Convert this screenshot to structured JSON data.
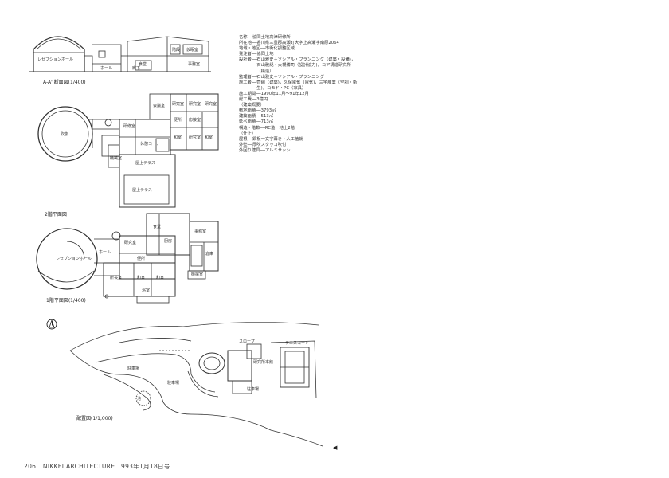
{
  "section": {
    "caption": "A-A' 断面図(1/400)",
    "labels": [
      "レセプションホール",
      "ホール",
      "廊下",
      "階段",
      "仮眠室",
      "食堂",
      "事務室"
    ]
  },
  "floor2": {
    "caption": "2階平面図",
    "labels": [
      "吹抜",
      "研修室",
      "休憩コーナー",
      "屋上テラス",
      "屋上テラス",
      "会議室",
      "研究室",
      "研究室",
      "研究室",
      "便所",
      "応接室",
      "和室",
      "研究室",
      "和室",
      "機械室"
    ]
  },
  "floor1": {
    "caption": "1階平面図(1/400)",
    "labels": [
      "レセプションホール",
      "ホール",
      "食堂",
      "厨房",
      "事務室",
      "倉庫",
      "便所",
      "所長室",
      "和室",
      "和室",
      "研究室",
      "浴室",
      "機械室"
    ]
  },
  "site": {
    "caption": "配置図(1/1,000)",
    "labels": [
      "テニスコート",
      "駐車場",
      "駐車場",
      "駐車場",
      "研究所本館",
      "池",
      "スロープ"
    ]
  },
  "spec": [
    {
      "k": "名称",
      "v": "協同土地高津研修所"
    },
    {
      "k": "所在地",
      "v": "香川県三豊郡高瀬町大字上高瀬字南原2064"
    },
    {
      "k": "地域・地区",
      "v": "市街化調整区域"
    },
    {
      "k": "発注者",
      "v": "協同土地"
    },
    {
      "k": "設計者",
      "v": "石山雅史＋ソシアル・プランニング（建築・設備)，石山雅紀・大槻博司（設計協力)，コア構造研究所（構造）"
    },
    {
      "k": "監理者",
      "v": "石山雅史＋ソシアル・プランニング"
    },
    {
      "k": "施工者",
      "v": "菅組（建築)，久保電気（電気)，三宅産業（空調・衛生)，コモド・PC（家具）"
    },
    {
      "k": "施工期間",
      "v": "1990年11月〜91年12月"
    },
    {
      "k": "総工費",
      "v": "3億円"
    },
    {
      "k": "（建築概要）",
      "v": ""
    },
    {
      "k": "敷地面積",
      "v": "3793㎡"
    },
    {
      "k": "建築面積",
      "v": "513㎡"
    },
    {
      "k": "延べ面積",
      "v": "713㎡"
    },
    {
      "k": "構造・階数",
      "v": "RC造，地上2階"
    },
    {
      "k": "（仕上）",
      "v": ""
    },
    {
      "k": "屋根",
      "v": "銅板一文字葺き・人工植栽"
    },
    {
      "k": "外壁",
      "v": "厚吹スタッコ吹付"
    },
    {
      "k": "外回り建具",
      "v": "アルミサッシ"
    }
  ],
  "footer": {
    "page_number": "206",
    "magazine": "NIKKEI ARCHITECTURE",
    "date": "1993年1月18日号"
  }
}
